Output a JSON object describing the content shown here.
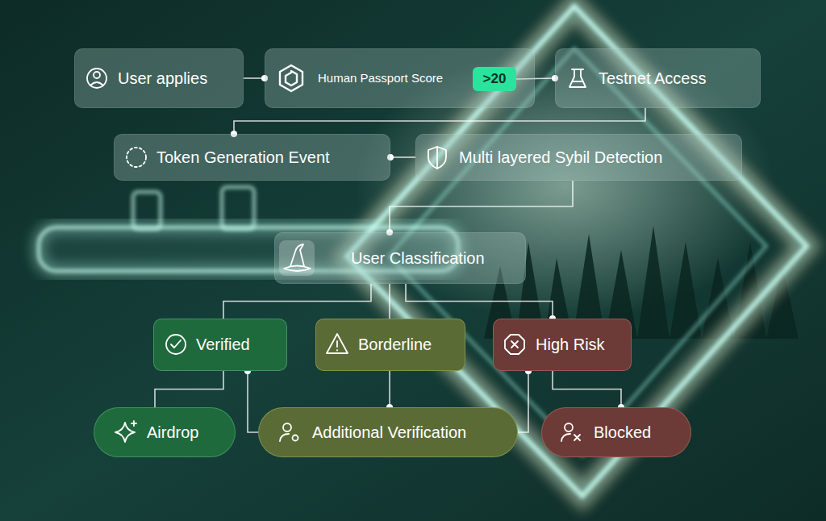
{
  "diagram": {
    "nodes": [
      {
        "text": [
          "User applies"
        ]
      },
      {
        "text": [
          "Human Passport Score"
        ]
      },
      {
        "text": [
          ">20"
        ],
        "in": 1
      },
      {
        "text": [
          "Testnet Access"
        ]
      },
      {
        "text": [
          "Token Generation Event"
        ]
      },
      {
        "text": [
          "Multi layered Sybil Detection"
        ]
      },
      {
        "text": [
          "User Classification"
        ]
      },
      {
        "text": [
          "Verified"
        ]
      },
      {
        "text": [
          "Borderline"
        ]
      },
      {
        "text": [
          "High Risk"
        ]
      },
      {
        "text": [
          "Airdrop"
        ]
      },
      {
        "text": [
          "Additional Verification"
        ]
      },
      {
        "text": [
          "Blocked"
        ]
      }
    ],
    "edges": [
      {
        "from": 0,
        "to": 1,
        "arrow": "none"
      },
      {
        "from": 2,
        "to": 3,
        "arrow": "none"
      },
      {
        "from": 3,
        "to": 4,
        "arrow": "none"
      },
      {
        "from": 4,
        "to": 5,
        "arrow": "none"
      },
      {
        "from": 5,
        "to": 6,
        "arrow": "none"
      },
      {
        "from": 6,
        "to": 7,
        "arrow": "none"
      },
      {
        "from": 6,
        "to": 8,
        "arrow": "none"
      },
      {
        "from": 6,
        "to": 9,
        "arrow": "none"
      },
      {
        "from": 7,
        "to": 10,
        "arrow": "none"
      },
      {
        "from": 7,
        "to": 11,
        "arrow": "none"
      },
      {
        "from": 8,
        "to": 11,
        "arrow": "none"
      },
      {
        "from": 9,
        "to": 11,
        "arrow": "none"
      },
      {
        "from": 9,
        "to": 12,
        "arrow": "none"
      }
    ]
  }
}
